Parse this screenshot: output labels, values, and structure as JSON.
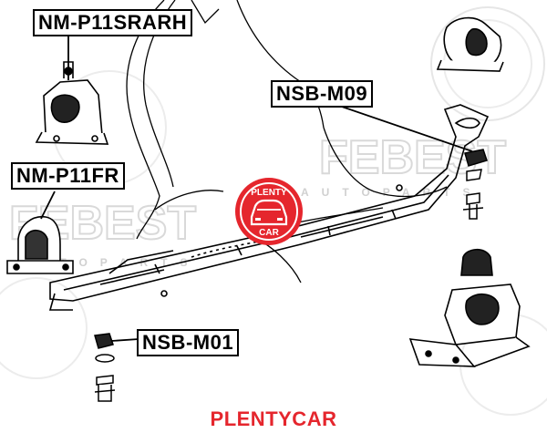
{
  "parts": {
    "nm_p11srarh": "NM-P11SRARH",
    "nsb_m09": "NSB-M09",
    "nm_p11fr": "NM-P11FR",
    "nsb_m01": "NSB-M01"
  },
  "watermark": {
    "brand": "FEBEST",
    "sub": "AUTOPARTS",
    "badge_top": "PLENTY",
    "badge_bottom": "CAR"
  },
  "footer": {
    "label": "PLENTYCAR"
  },
  "colors": {
    "accent": "#e5262d",
    "line": "#000000",
    "watermark": "#d9d9d9"
  }
}
